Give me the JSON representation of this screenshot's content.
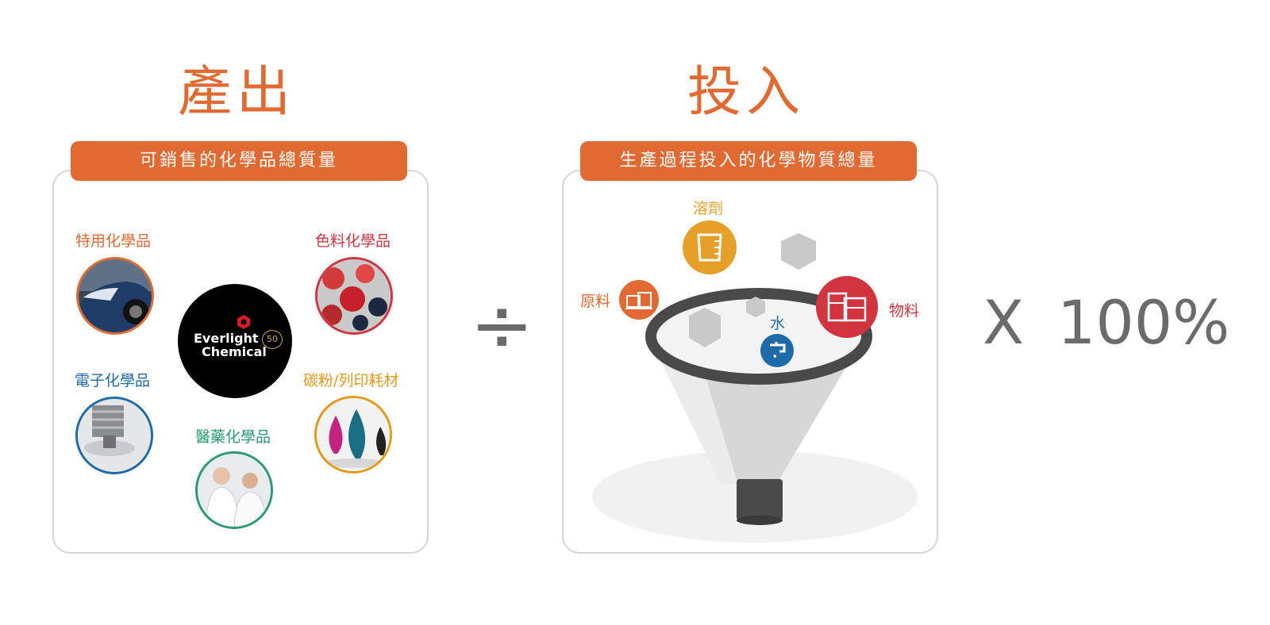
{
  "output": {
    "heading": "產出",
    "bar_label": "可銷售的化學品總質量",
    "categories": [
      {
        "label": "特用化學品",
        "color": "#E06A32"
      },
      {
        "label": "色料化學品",
        "color": "#D2343F"
      },
      {
        "label": "電子化學品",
        "color": "#1D6BA8"
      },
      {
        "label": "碳粉/列印耗材",
        "color": "#E39A1B"
      },
      {
        "label": "醫藥化學品",
        "color": "#2A9A73"
      }
    ],
    "logo": {
      "line1": "Everlight",
      "line2": "Chemical",
      "badge": "50"
    }
  },
  "input": {
    "heading": "投入",
    "bar_label": "生產過程投入的化學物質總量",
    "items": [
      {
        "label": "溶劑",
        "color": "#E6A02A"
      },
      {
        "label": "原料",
        "color": "#E06A32"
      },
      {
        "label": "水",
        "color": "#1D6BA8"
      },
      {
        "label": "物料",
        "color": "#D2343F"
      }
    ]
  },
  "divide_symbol": "÷",
  "multiply": "X",
  "percent": "100%",
  "colors": {
    "accent": "#E06A32",
    "panel_border": "#d6d6d6",
    "operator": "#6b6b6b"
  }
}
